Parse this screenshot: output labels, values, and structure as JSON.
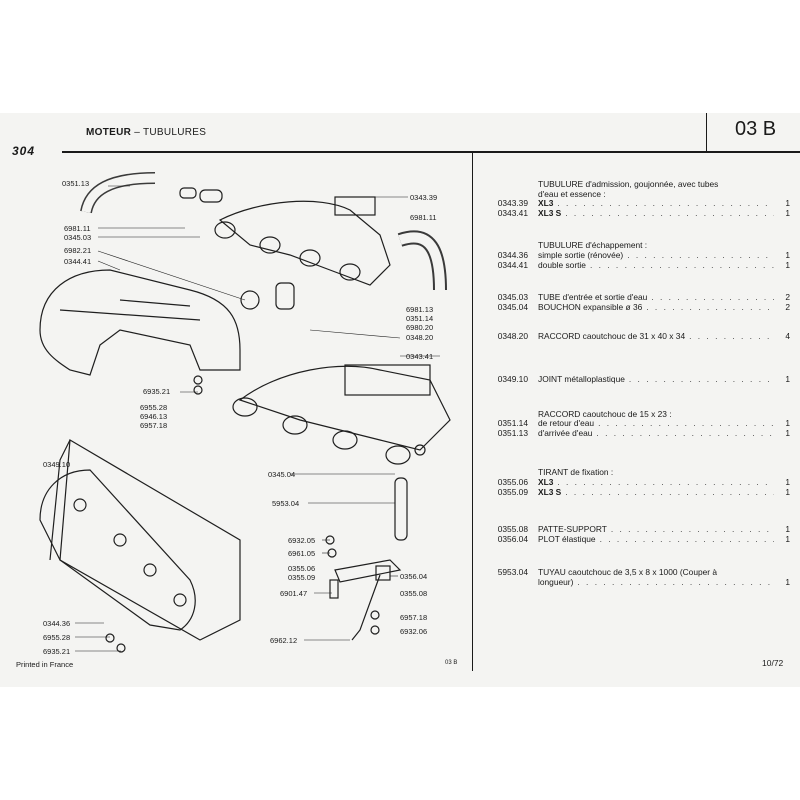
{
  "header": {
    "title_bold": "MOTEUR",
    "title_sep": " – ",
    "title_rest": "TUBULURES",
    "section": "03 B",
    "model": "304"
  },
  "footer": {
    "printed": "Printed in France",
    "code": "03 B",
    "page": "10/72"
  },
  "diagram_labels": [
    "0351.13",
    "0343.39",
    "6981.11",
    "6981.11",
    "0345.03",
    "6982.21",
    "0344.41",
    "6981.13",
    "0351.14",
    "6980.20",
    "0348.20",
    "0343.41",
    "6935.21",
    "6955.28",
    "6946.13",
    "6957.18",
    "0349.10",
    "0345.04",
    "5953.04",
    "6932.05",
    "6961.05",
    "0355.06",
    "0355.09",
    "0356.04",
    "6901.47",
    "0355.08",
    "6957.18",
    "6932.06",
    "6962.12",
    "0344.36",
    "6955.28",
    "6935.21"
  ],
  "parts": [
    {
      "lines": [
        {
          "ref": "",
          "text": "TUBULURE d'admission, goujonnée, avec tubes",
          "qty": ""
        },
        {
          "ref": "",
          "text": "d'eau et essence :",
          "qty": ""
        },
        {
          "ref": "0343.39",
          "text": "XL3",
          "bold": true,
          "qty": "1"
        },
        {
          "ref": "0343.41",
          "text": "XL3 S",
          "bold": true,
          "qty": "1"
        }
      ]
    },
    {
      "lines": [
        {
          "ref": "",
          "text": "TUBULURE d'échappement :",
          "qty": ""
        },
        {
          "ref": "0344.36",
          "text": "simple sortie (rénovée)",
          "qty": "1"
        },
        {
          "ref": "0344.41",
          "text": "double sortie",
          "qty": "1"
        }
      ]
    },
    {
      "lines": [
        {
          "ref": "0345.03",
          "text": "TUBE d'entrée et sortie d'eau",
          "qty": "2"
        },
        {
          "ref": "0345.04",
          "text": "BOUCHON expansible ø 36",
          "qty": "2"
        }
      ]
    },
    {
      "lines": [
        {
          "ref": "0348.20",
          "text": "RACCORD caoutchouc de 31 x 40 x 34",
          "qty": "4"
        }
      ]
    },
    {
      "lines": [
        {
          "ref": "0349.10",
          "text": "JOINT métalloplastique",
          "qty": "1"
        }
      ]
    },
    {
      "lines": [
        {
          "ref": "",
          "text": "RACCORD caoutchouc de 15 x 23 :",
          "qty": ""
        },
        {
          "ref": "0351.14",
          "text": "de retour d'eau",
          "qty": "1"
        },
        {
          "ref": "0351.13",
          "text": "d'arrivée d'eau",
          "qty": "1"
        }
      ]
    },
    {
      "lines": [
        {
          "ref": "",
          "text": "TIRANT de fixation :",
          "qty": ""
        },
        {
          "ref": "0355.06",
          "text": "XL3",
          "bold": true,
          "qty": "1"
        },
        {
          "ref": "0355.09",
          "text": "XL3 S",
          "bold": true,
          "qty": "1"
        }
      ]
    },
    {
      "lines": [
        {
          "ref": "0355.08",
          "text": "PATTE-SUPPORT",
          "qty": "1"
        },
        {
          "ref": "0356.04",
          "text": "PLOT élastique",
          "qty": "1"
        }
      ]
    },
    {
      "lines": [
        {
          "ref": "5953.04",
          "text": "TUYAU caoutchouc de 3,5 x 8 x 1000 (Couper à",
          "qty": ""
        },
        {
          "ref": "",
          "text": "longueur)",
          "qty": "1"
        }
      ]
    }
  ]
}
